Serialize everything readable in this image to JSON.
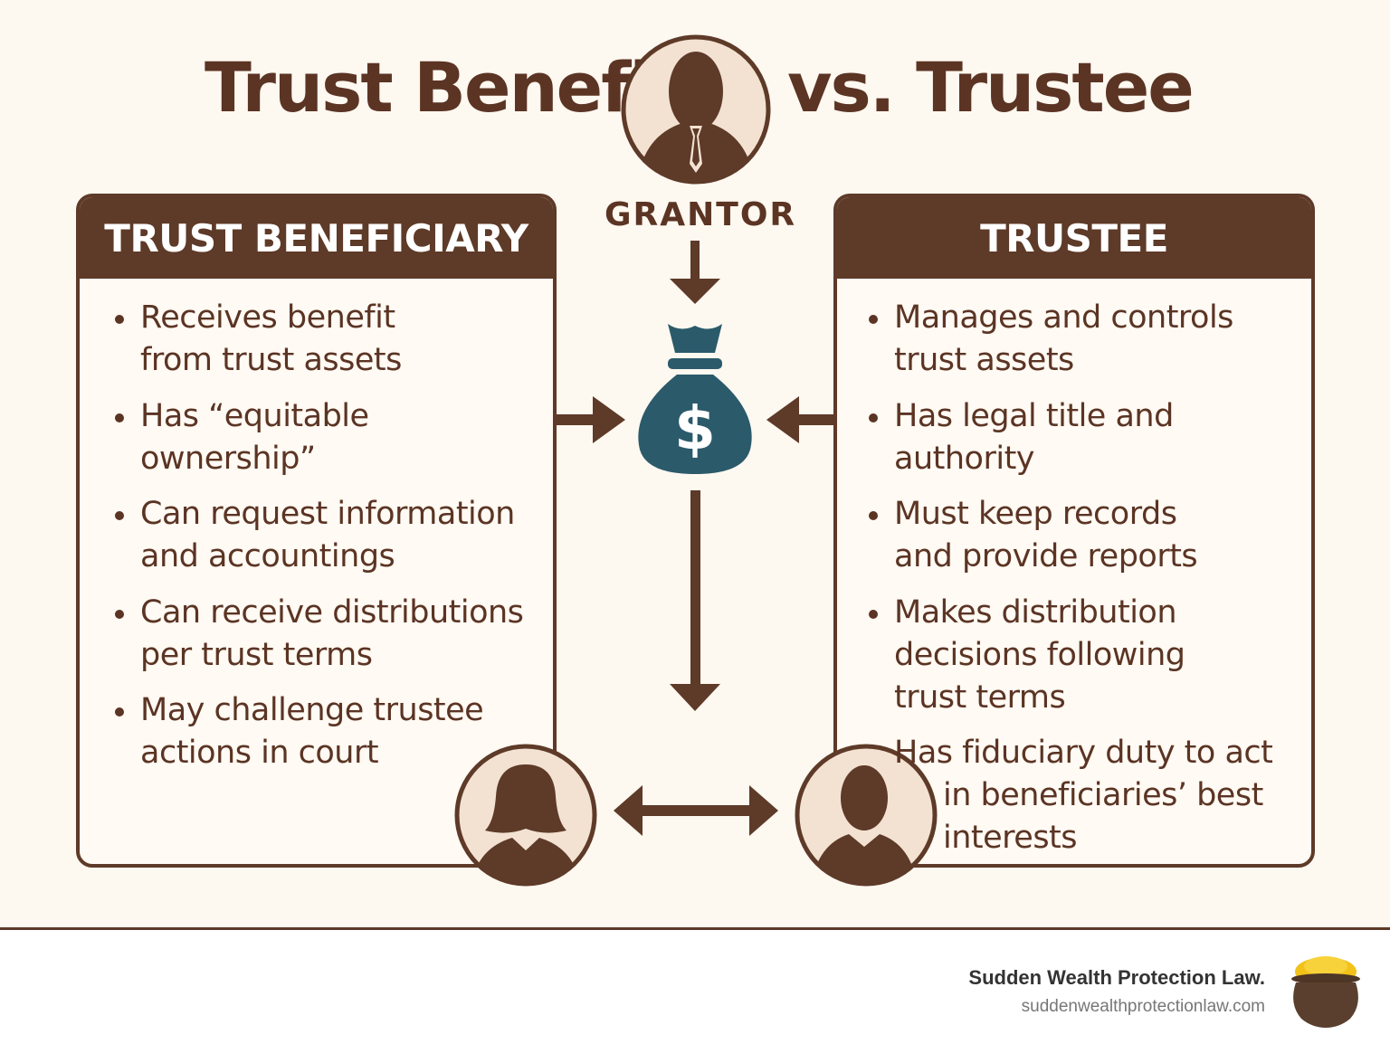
{
  "title": {
    "left": "Trust Benefi",
    "right": "vs. Trustee"
  },
  "grantor": {
    "label": "GRANTOR",
    "icon": "man-avatar-icon"
  },
  "center_icon": "money-bag-dollar-icon",
  "beneficiary": {
    "heading": "TRUST BENEFICIARY",
    "items": [
      [
        "Receives benefit",
        "from trust assets"
      ],
      [
        "Has “equitable",
        "ownership”"
      ],
      [
        "Can request information",
        "and accountings"
      ],
      [
        "Can receive distributions",
        "per trust terms"
      ],
      [
        "May challenge trustee",
        "actions in court"
      ]
    ],
    "icon": "woman-avatar-icon"
  },
  "trustee": {
    "heading": "TRUSTEE",
    "items": [
      [
        "Manages and controls",
        "trust assets"
      ],
      [
        "Has legal title and",
        "authority"
      ],
      [
        "Must keep records",
        "and provide reports"
      ],
      [
        "Makes distribution",
        "decisions following",
        "trust terms"
      ],
      [
        "Has fiduciary duty to act",
        "in beneficiaries’ best",
        "interests"
      ]
    ],
    "icon": "man-avatar-icon"
  },
  "footer": {
    "brand": "Sudden Wealth Protection Law.",
    "url": "suddenwealthprotectionlaw.com",
    "logo": "pot-of-gold-icon"
  },
  "colors": {
    "brown": "#5e3a28",
    "teal": "#2b5a6b",
    "background": "#fdf8f0",
    "circle_fill": "#f3e2d2",
    "gold": "#f2c21a"
  }
}
